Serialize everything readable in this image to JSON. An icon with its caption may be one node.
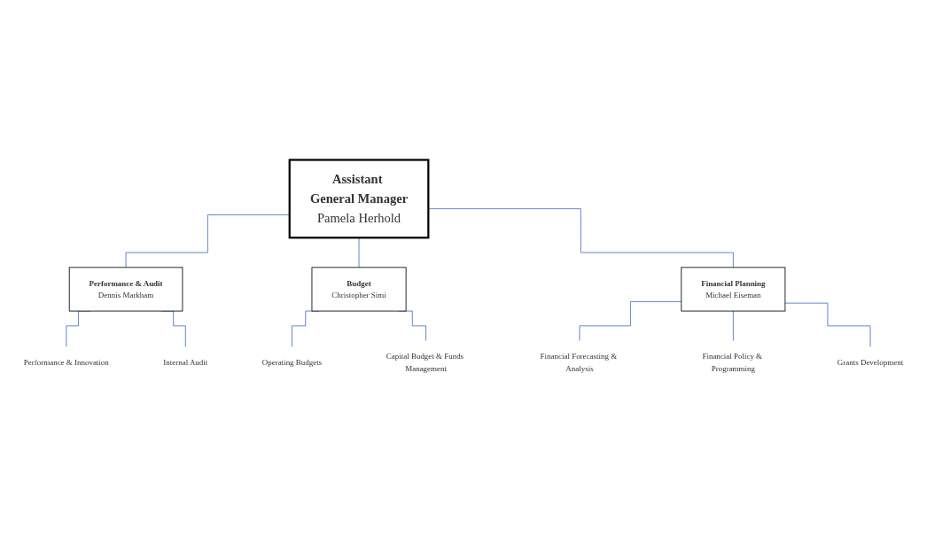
{
  "diagram": {
    "nodes": [
      {
        "text": [
          "Assistant General Manager",
          "Pamela Herhold"
        ]
      },
      {
        "text": [
          "Performance & Audit",
          "Dennis Markham"
        ]
      },
      {
        "text": [
          "Budget",
          "Christopher Simi"
        ]
      },
      {
        "text": [
          "Financial Planning",
          "Michael Eiseman"
        ]
      },
      {
        "text": [
          "Performance & Innovation"
        ]
      },
      {
        "text": [
          "Internal Audit"
        ]
      },
      {
        "text": [
          "Operating Budgets"
        ]
      },
      {
        "text": [
          "Capital Budget & Funds Management"
        ]
      },
      {
        "text": [
          "Financial Forecasting & Analysis"
        ]
      },
      {
        "text": [
          "Financial Policy & Programming"
        ]
      },
      {
        "text": [
          "Grants Development"
        ]
      }
    ],
    "edges": [
      {
        "from": 0,
        "to": 1,
        "arrow": "none"
      },
      {
        "from": 0,
        "to": 2,
        "arrow": "none"
      },
      {
        "from": 0,
        "to": 3,
        "arrow": "none"
      },
      {
        "from": 1,
        "to": 4,
        "arrow": "none"
      },
      {
        "from": 1,
        "to": 5,
        "arrow": "none"
      },
      {
        "from": 2,
        "to": 6,
        "arrow": "none"
      },
      {
        "from": 2,
        "to": 7,
        "arrow": "none"
      },
      {
        "from": 3,
        "to": 8,
        "arrow": "none"
      },
      {
        "from": 3,
        "to": 9,
        "arrow": "none"
      },
      {
        "from": 3,
        "to": 10,
        "arrow": "none"
      }
    ]
  }
}
